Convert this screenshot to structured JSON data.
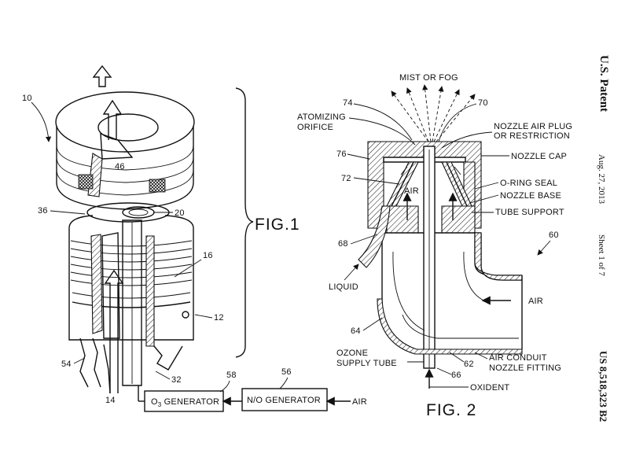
{
  "header": {
    "publisher": "U.S. Patent",
    "date": "Aug. 27, 2013",
    "sheet": "Sheet 1 of 7",
    "patent_number": "US 8,518,323 B2"
  },
  "fig1": {
    "caption": "FIG.1",
    "refs": {
      "r10": "10",
      "r46": "46",
      "r36": "36",
      "r20": "20",
      "r16": "16",
      "r12": "12",
      "r54": "54",
      "r32": "32",
      "r14": "14",
      "r58": "58",
      "r56": "56"
    },
    "o3_generator": {
      "prefix": "O",
      "sub": "3",
      "suffix": " GENERATOR"
    },
    "no_generator": "N/O GENERATOR",
    "air": "AIR"
  },
  "fig2": {
    "caption": "FIG. 2",
    "mist": "MIST OR FOG",
    "refs": {
      "r74": "74",
      "r70": "70",
      "r76": "76",
      "r72": "72",
      "r68": "68",
      "r60": "60",
      "r64": "64",
      "r62": "62",
      "r66": "66"
    },
    "atomizing": [
      "ATOMIZING",
      "ORIFICE"
    ],
    "nozzle_air_plug": [
      "NOZZLE AIR PLUG",
      "OR RESTRICTION"
    ],
    "nozzle_cap": "NOZZLE CAP",
    "oring_seal": "O-RING SEAL",
    "nozzle_base": "NOZZLE BASE",
    "tube_support": "TUBE SUPPORT",
    "air_inner": "AIR",
    "liquid": "LIQUID",
    "air_right": "AIR",
    "ozone": [
      "OZONE",
      "SUPPLY TUBE"
    ],
    "air_conduit": [
      "AIR CONDUIT",
      "NOZZLE FITTING"
    ],
    "oxident": "OXIDENT"
  }
}
